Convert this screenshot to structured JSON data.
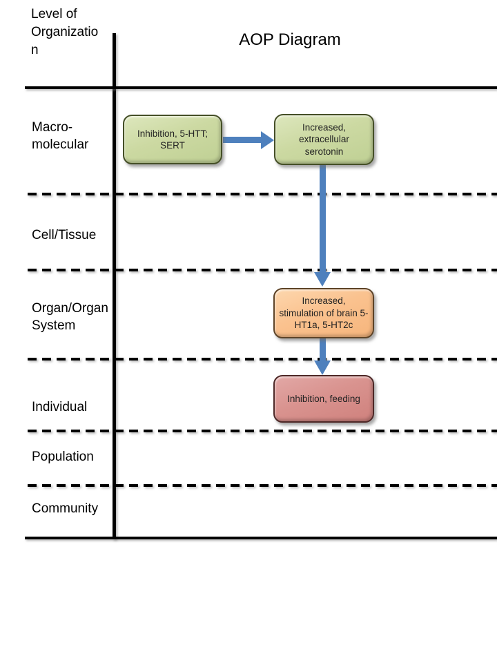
{
  "title": "AOP Diagram",
  "axis_label": "Level of Organization",
  "levels": [
    "Macro-molecular",
    "Cell/Tissue",
    "Organ/Organ System",
    "Individual",
    "Population",
    "Community"
  ],
  "nodes": [
    {
      "id": "ke1",
      "label": "Inhibition, 5-HTT; SERT",
      "level": "Macro-molecular",
      "fill": "#ccd9a2",
      "border": "#454f27"
    },
    {
      "id": "ke2",
      "label": "Increased, extracellular serotonin",
      "level": "Macro-molecular",
      "fill": "#ccd9a2",
      "border": "#454f27"
    },
    {
      "id": "ke3",
      "label": "Increased, stimulation of brain 5-HT1a, 5-HT2c",
      "level": "Organ/Organ System",
      "fill": "#fac28f",
      "border": "#5d4327"
    },
    {
      "id": "ke4",
      "label": "Inhibition, feeding",
      "level": "Individual",
      "fill": "#d9938f",
      "border": "#4d2827"
    }
  ],
  "edges": [
    {
      "from": "ke1",
      "to": "ke2"
    },
    {
      "from": "ke2",
      "to": "ke3"
    },
    {
      "from": "ke3",
      "to": "ke4"
    }
  ],
  "colors": {
    "arrow": "#4e80bd",
    "grid_line": "#000000",
    "background": "#ffffff"
  }
}
